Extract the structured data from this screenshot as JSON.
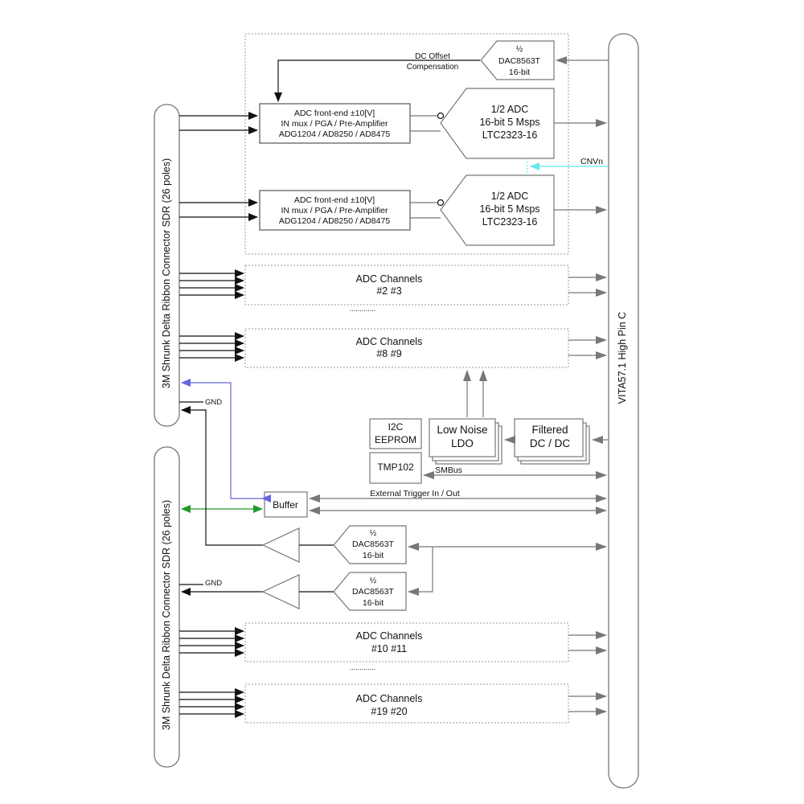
{
  "connectors": {
    "top": "3M Shrunk Delta Ribbon Connector SDR (26 poles)",
    "bottom": "3M Shrunk Delta Ribbon Connector SDR (26 poles)",
    "vita": "VITA57.1 High Pin C"
  },
  "dac_top": {
    "half": "½",
    "name": "DAC8563T",
    "bits": "16-bit"
  },
  "dc_offset": {
    "line1": "DC Offset",
    "line2": "Compensation"
  },
  "frontend1": {
    "line1": "ADC front-end ±10[V]",
    "line2": "IN mux / PGA / Pre-Amplifier",
    "line3": "ADG1204 / AD8250 / AD8475"
  },
  "frontend2": {
    "line1": "ADC front-end ±10[V]",
    "line2": "IN mux / PGA / Pre-Amplifier",
    "line3": "ADG1204 / AD8250 / AD8475"
  },
  "adc1": {
    "line1": "1/2 ADC",
    "line2": "16-bit 5 Msps",
    "line3": "LTC2323-16"
  },
  "adc2": {
    "line1": "1/2 ADC",
    "line2": "16-bit 5 Msps",
    "line3": "LTC2323-16"
  },
  "cnvn": "CNVn",
  "channels": [
    {
      "title": "ADC Channels",
      "ids": "#2 #3"
    },
    {
      "title": "ADC Channels",
      "ids": "#8 #9"
    },
    {
      "title": "ADC Channels",
      "ids": "#10 #11"
    },
    {
      "title": "ADC Channels",
      "ids": "#19 #20"
    }
  ],
  "ellipsis": ".............",
  "i2c": {
    "line1": "I2C",
    "line2": "EEPROM"
  },
  "tmp": "TMP102",
  "ldo": {
    "line1": "Low Noise",
    "line2": "LDO"
  },
  "dcdc": {
    "line1": "Filtered",
    "line2": "DC / DC"
  },
  "smbus": "SMBus",
  "buffer": "Buffer",
  "trigger": "External Trigger In / Out",
  "gnd": "GND",
  "dac_bottom1": {
    "half": "½",
    "name": "DAC8563T",
    "bits": "16-bit"
  },
  "dac_bottom2": {
    "half": "½",
    "name": "DAC8563T",
    "bits": "16-bit"
  },
  "colors": {
    "line": "#777777",
    "dark": "#111111",
    "cyan": "#66e8ee",
    "blue": "#6666dd",
    "green": "#22992b"
  }
}
